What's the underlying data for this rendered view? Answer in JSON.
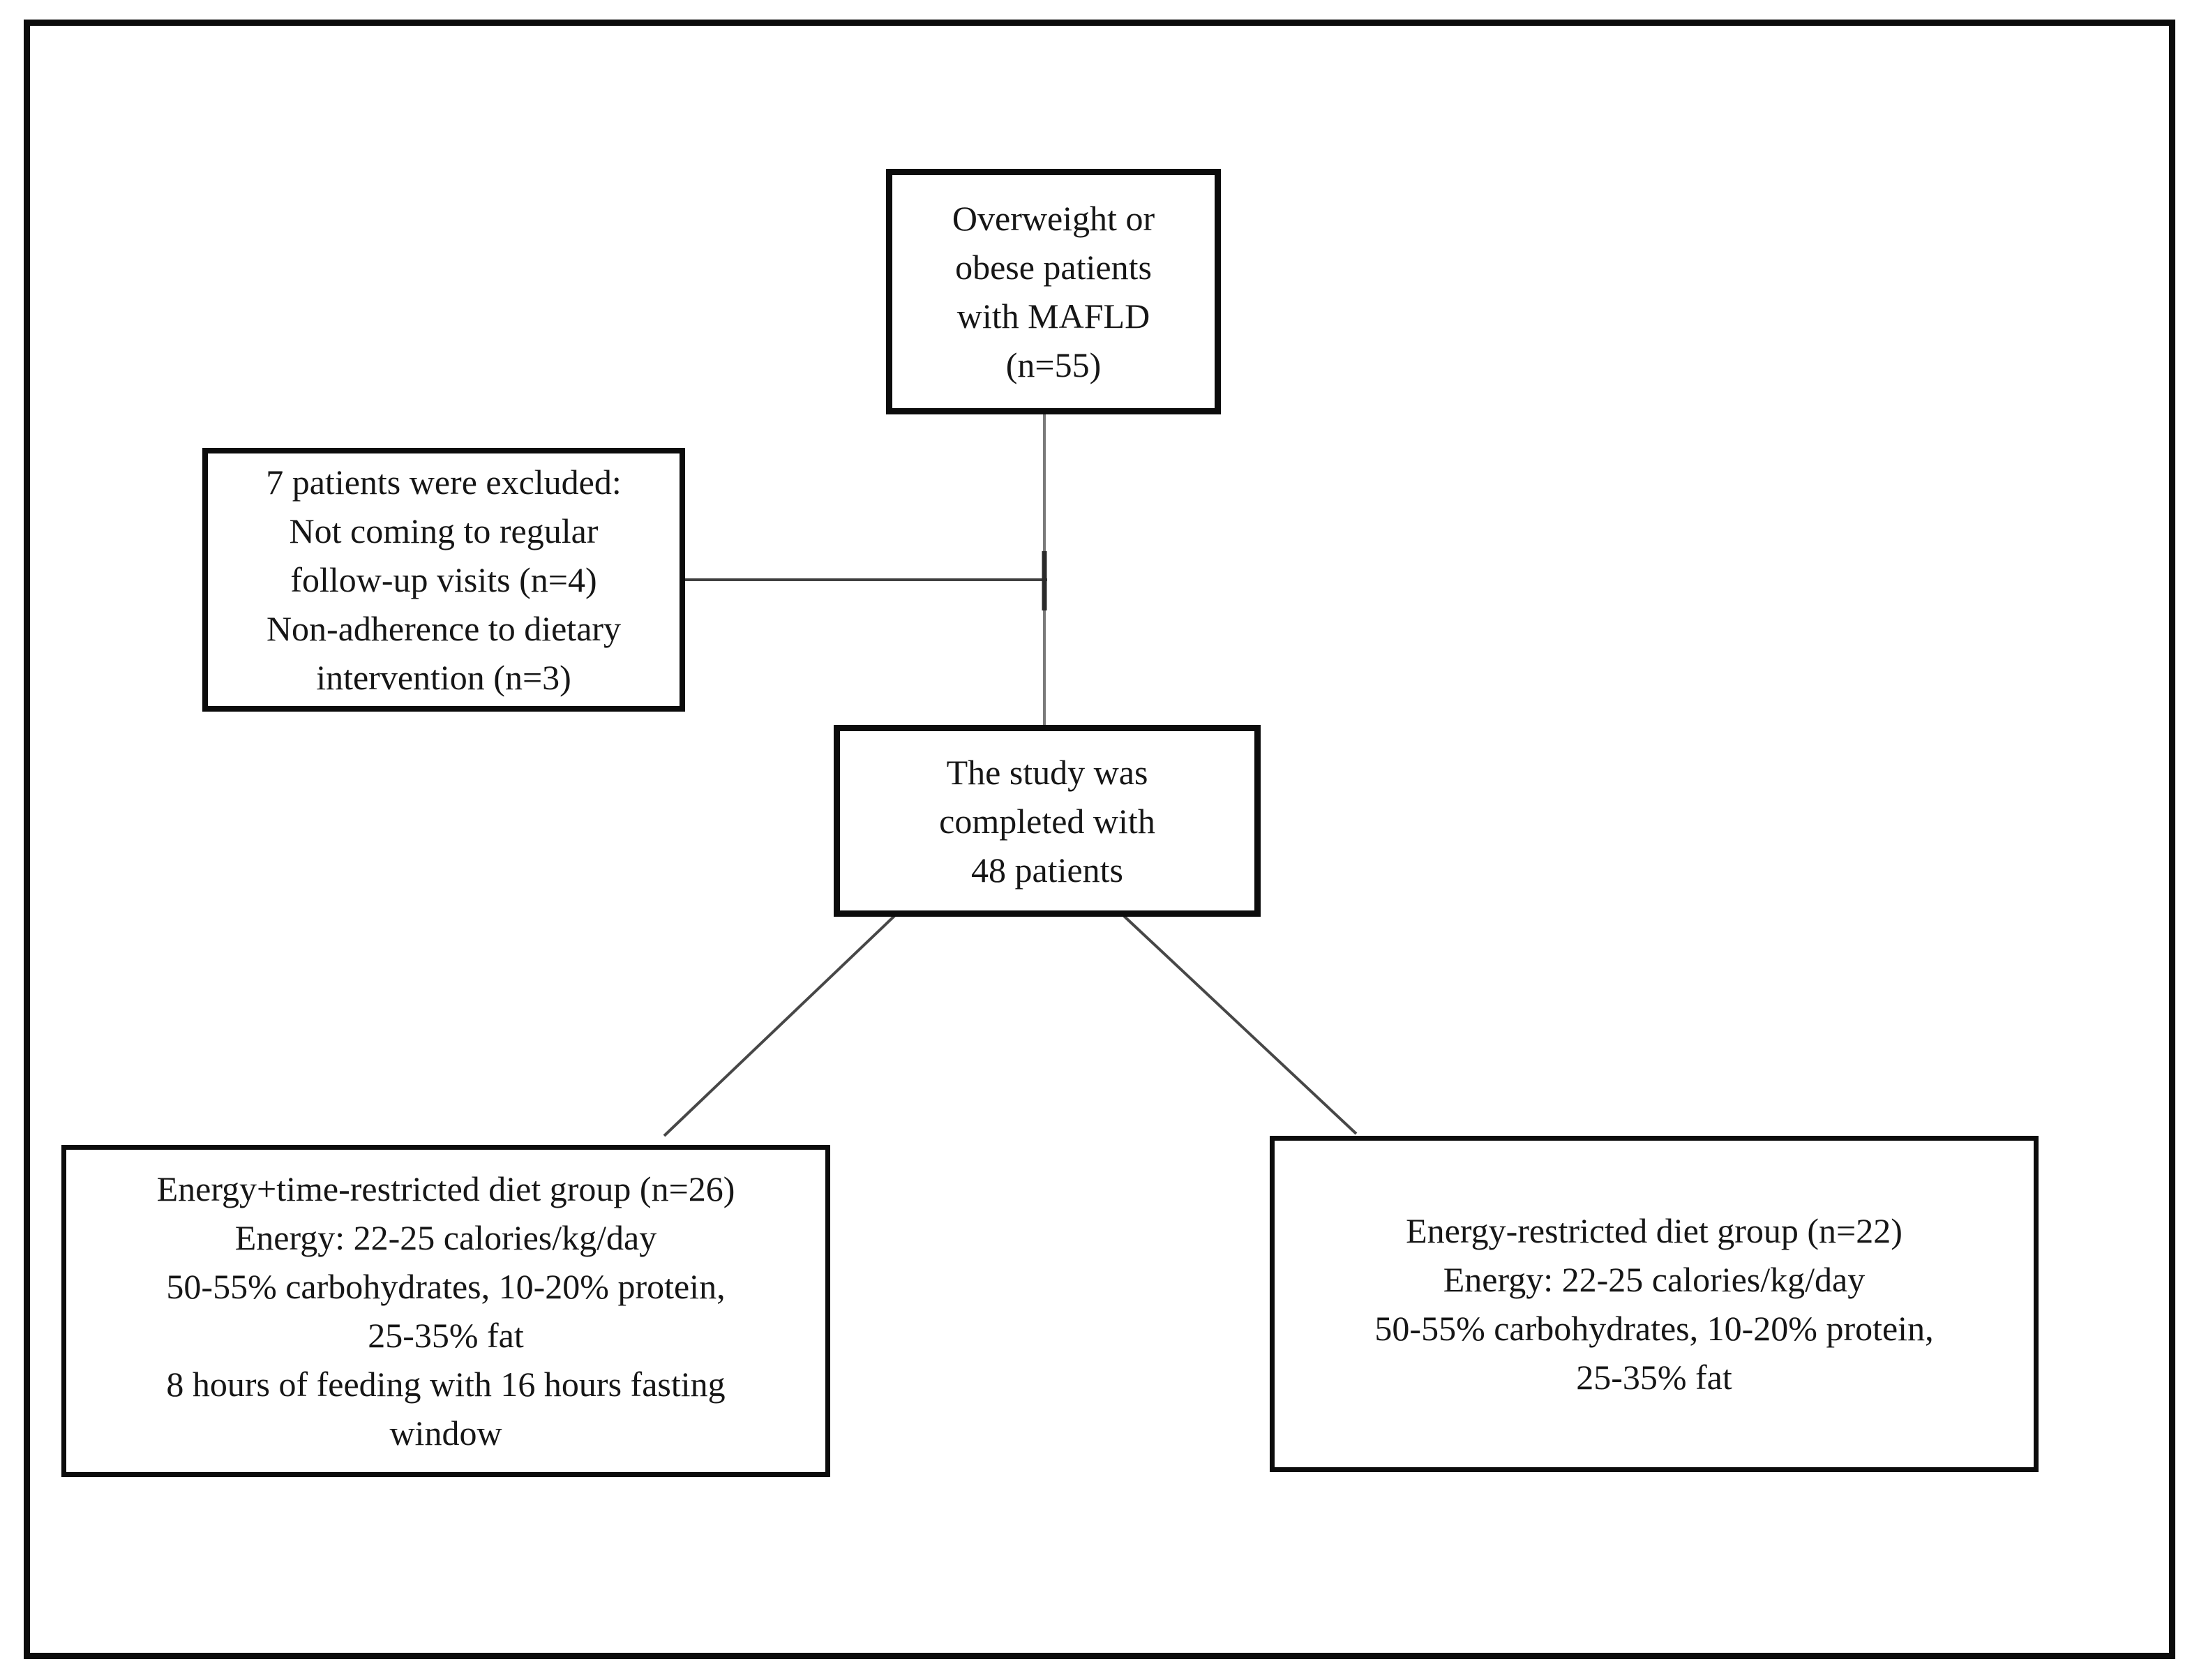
{
  "figure": {
    "kind": "study-flow-diagram"
  },
  "colors": {
    "background": "#ffffff",
    "box_border": "#0c0c0c",
    "text": "#161616",
    "connector_vertical": "#7a7a7a",
    "connector_dark": "#3f3f3f"
  },
  "boxes": {
    "enrollment": {
      "lines": [
        "Overweight or",
        "obese patients",
        "with MAFLD",
        "(n=55)"
      ]
    },
    "excluded": {
      "lines": [
        "7 patients were excluded:",
        "Not coming to regular",
        "follow-up visits (n=4)",
        "Non-adherence to dietary",
        "intervention (n=3)"
      ]
    },
    "completed": {
      "lines": [
        "The study was",
        "completed with",
        "48 patients"
      ]
    },
    "group_energy_time_restricted": {
      "lines": [
        "Energy+time-restricted diet group (n=26)",
        "Energy: 22-25 calories/kg/day",
        "50-55% carbohydrates, 10-20% protein,",
        "25-35% fat",
        "8 hours of feeding with 16 hours fasting",
        "window"
      ]
    },
    "group_energy_restricted": {
      "lines": [
        "Energy-restricted diet group (n=22)",
        "Energy: 22-25 calories/kg/day",
        "50-55% carbohydrates, 10-20% protein,",
        "25-35% fat"
      ]
    }
  }
}
